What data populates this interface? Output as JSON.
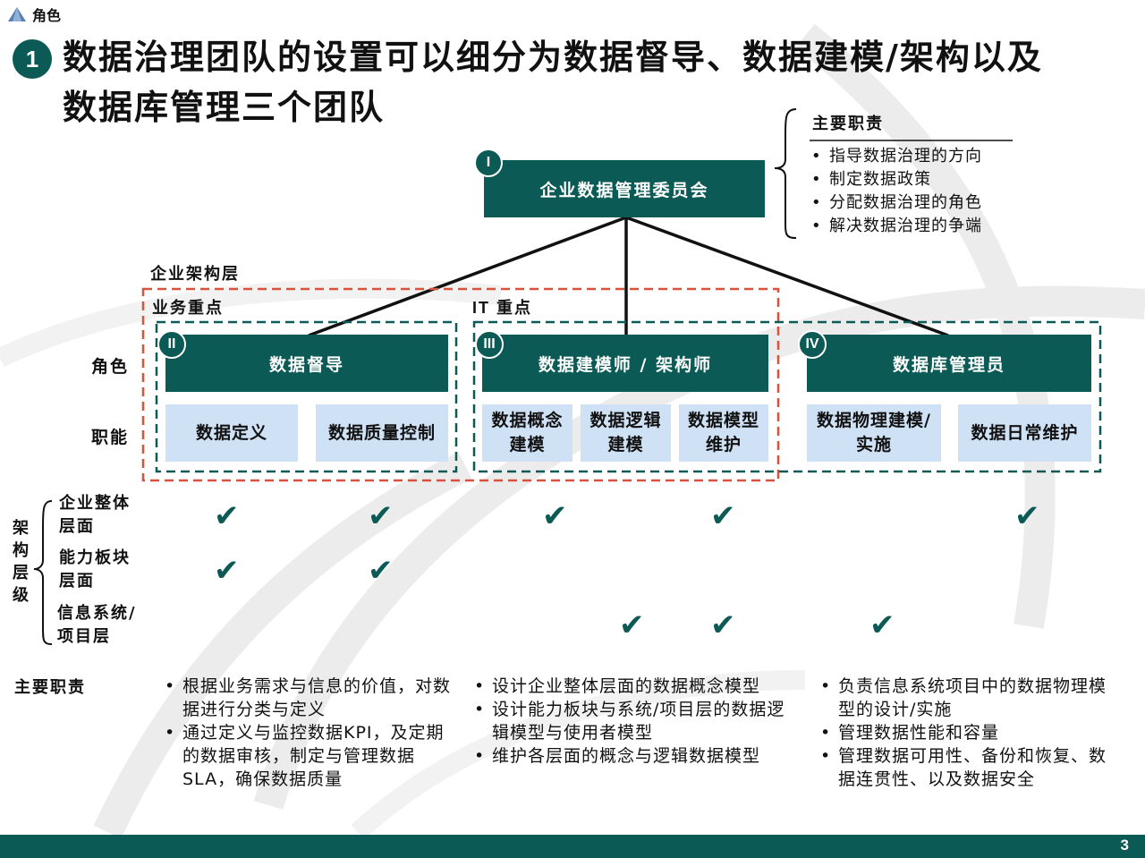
{
  "breadcrumb": "角色",
  "section_number": "1",
  "title": "数据治理团队的设置可以细分为数据督导、数据建模/架构以及数据库管理三个团队",
  "committee": {
    "roman": "I",
    "label": "企业数据管理委员会",
    "resp_title": "主要职责",
    "resp_items": [
      "指导数据治理的方向",
      "制定数据政策",
      "分配数据治理的角色",
      "解决数据治理的争端"
    ]
  },
  "layers": {
    "enterprise_arch": "企业架构层",
    "business_focus": "业务重点",
    "it_focus": "IT 重点"
  },
  "row_labels": {
    "role": "角色",
    "function": "职能"
  },
  "teams": [
    {
      "roman": "II",
      "label": "数据督导",
      "functions": [
        "数据定义",
        "数据质量控制"
      ]
    },
    {
      "roman": "III",
      "label": "数据建模师 / 架构师",
      "functions": [
        "数据概念建模",
        "数据逻辑建模",
        "数据模型维护"
      ]
    },
    {
      "roman": "IV",
      "label": "数据库管理员",
      "functions": [
        "数据物理建模/实施",
        "数据日常维护"
      ]
    }
  ],
  "arch_level": {
    "group_label": "架构层级",
    "rows": [
      "企业整体层面",
      "能力板块层面",
      "信息系统/项目层"
    ],
    "check": "✔"
  },
  "main_resp": {
    "label": "主要职责",
    "col1": [
      "根据业务需求与信息的价值，对数据进行分类与定义",
      "通过定义与监控数据KPI，及定期的数据审核，制定与管理数据SLA，确保数据质量"
    ],
    "col2": [
      "设计企业整体层面的数据概念模型",
      "设计能力板块与系统/项目层的数据逻辑模型与使用者模型",
      "维护各层面的概念与逻辑数据模型"
    ],
    "col3": [
      "负责信息系统项目中的数据物理模型的设计/实施",
      "管理数据性能和容量",
      "管理数据可用性、备份和恢复、数据连贯性、以及数据安全"
    ]
  },
  "page_number": "3",
  "colors": {
    "primary": "#0c5a55",
    "light_box": "#cfe1f5",
    "dashed_red": "#d9533c",
    "dashed_teal": "#0c5a55"
  }
}
